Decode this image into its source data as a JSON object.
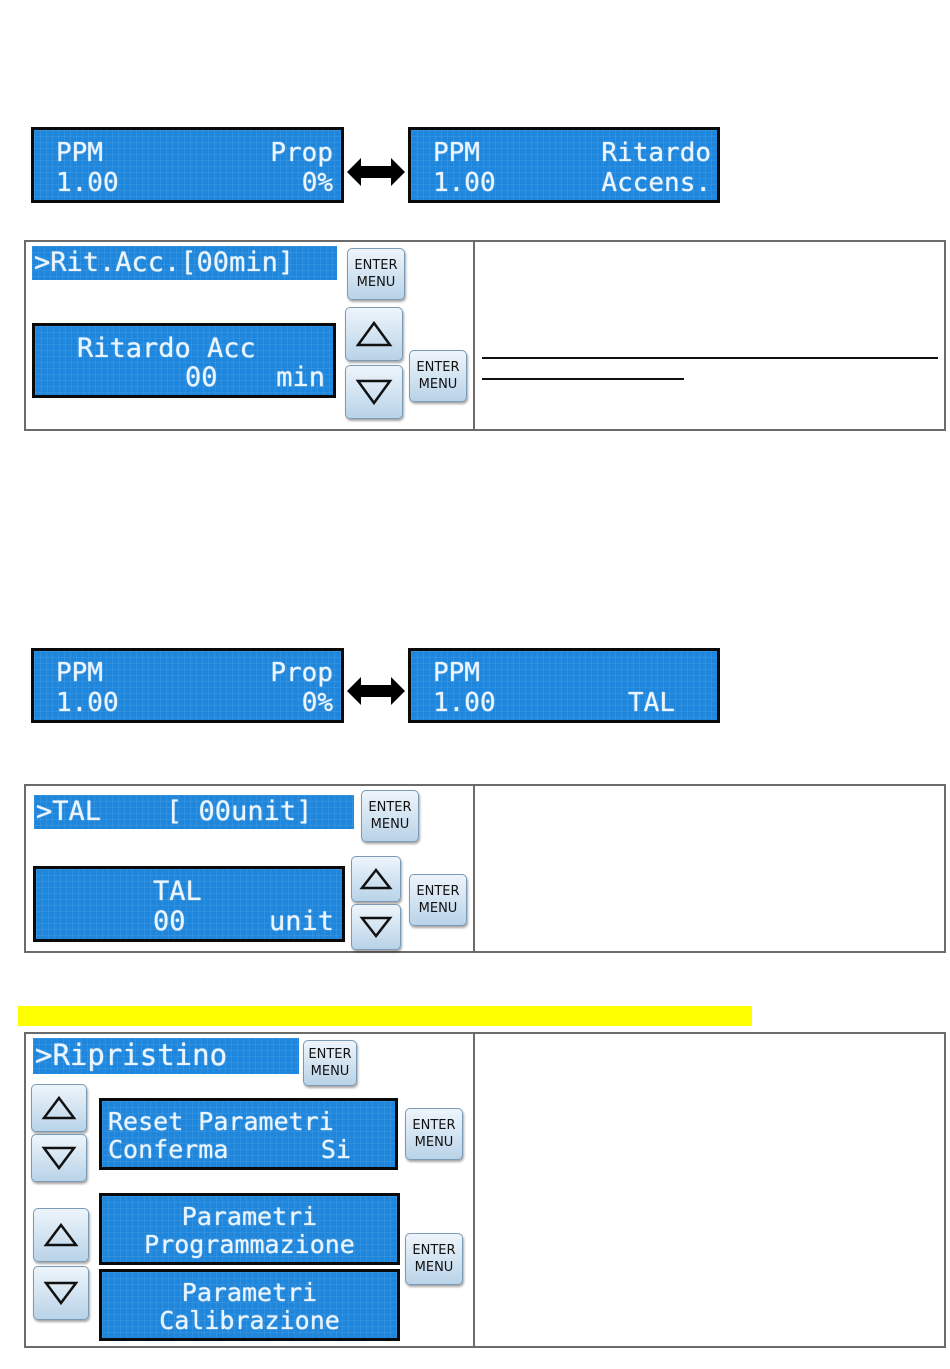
{
  "section1": {
    "lcd_left": {
      "line1_left": "PPM",
      "line1_right": "Prop",
      "line2_left": "1.00",
      "line2_right": "0%"
    },
    "lcd_right": {
      "line1_left": "PPM",
      "line1_right": "Ritardo",
      "line2_left": "1.00",
      "line2_right": "Accens."
    }
  },
  "panel1": {
    "menu_header": ">Rit.Acc.[00min]",
    "enter_button": {
      "line1": "ENTER",
      "line2": "MENU"
    },
    "lcd": {
      "line1": "Ritardo Acc",
      "value": "00",
      "unit": "min"
    }
  },
  "section2": {
    "lcd_left": {
      "line1_left": "PPM",
      "line1_right": "Prop",
      "line2_left": "1.00",
      "line2_right": "0%"
    },
    "lcd_right": {
      "line1_left": "PPM",
      "line2_left": "1.00",
      "line2_right": "TAL"
    }
  },
  "panel2": {
    "menu_header": ">TAL    [ 00unit]",
    "enter_button": {
      "line1": "ENTER",
      "line2": "MENU"
    },
    "lcd": {
      "line1": "TAL",
      "value": "00",
      "unit": "unit"
    }
  },
  "panel3": {
    "menu_header": ">Ripristino",
    "enter_button": {
      "line1": "ENTER",
      "line2": "MENU"
    },
    "lcd_reset": {
      "line1": "Reset Parametri",
      "line2_left": "Conferma",
      "line2_right": "Si"
    },
    "lcd_prog": {
      "line1": "Parametri",
      "line2": "Programmazione"
    },
    "lcd_calib": {
      "line1": "Parametri",
      "line2": "Calibrazione"
    }
  },
  "colors": {
    "lcd_blue": "#1e86dc",
    "highlight_yellow": "#ffff00",
    "frame_gray": "#6b6b6b"
  },
  "icons": [
    "double-arrow-icon",
    "up-triangle-icon",
    "down-triangle-icon"
  ]
}
